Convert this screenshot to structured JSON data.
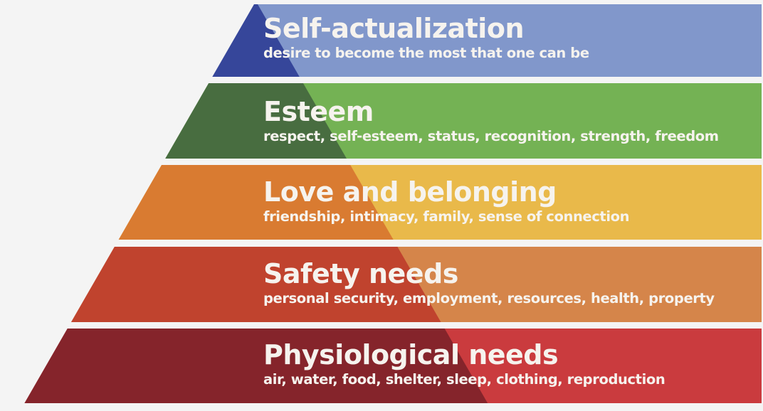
{
  "levels": [
    {
      "title": "Self-actualization",
      "description": "desire to become the most that one can be",
      "dark_color": "#36469a",
      "light_color": "#8197cb"
    },
    {
      "title": "Esteem",
      "description": "respect, self-esteem, status, recognition, strength, freedom",
      "dark_color": "#486d40",
      "light_color": "#74b254"
    },
    {
      "title": "Love and belonging",
      "description": "friendship, intimacy, family, sense of connection",
      "dark_color": "#d97b31",
      "light_color": "#e9b94a"
    },
    {
      "title": "Safety needs",
      "description": "personal security, employment, resources, health, property",
      "dark_color": "#c0432e",
      "light_color": "#d5854a"
    },
    {
      "title": "Physiological needs",
      "description": "air, water, food, shelter, sleep, clothing, reproduction",
      "dark_color": "#85242b",
      "light_color": "#ca3b3e"
    }
  ]
}
